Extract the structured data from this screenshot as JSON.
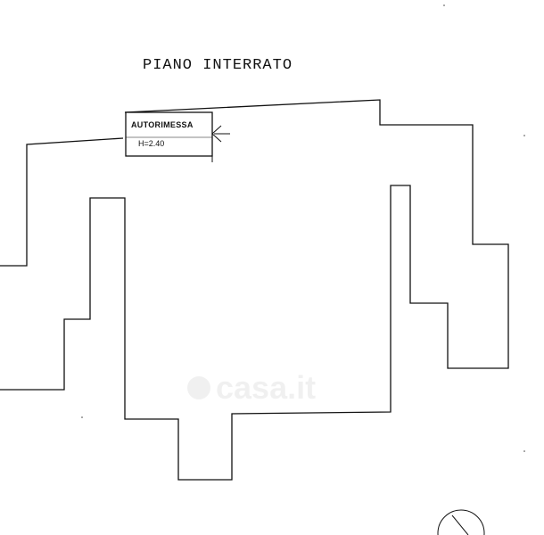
{
  "plan": {
    "title": "PIANO INTERRATO",
    "room_name": "AUTORIMESSA",
    "room_height": "H=2.40"
  },
  "watermark": {
    "text": "casa.it"
  },
  "colors": {
    "line": "#111111",
    "background": "#ffffff"
  },
  "icons": {
    "north_arrow": "compass-circle-icon",
    "watermark_logo": "house-icon"
  }
}
